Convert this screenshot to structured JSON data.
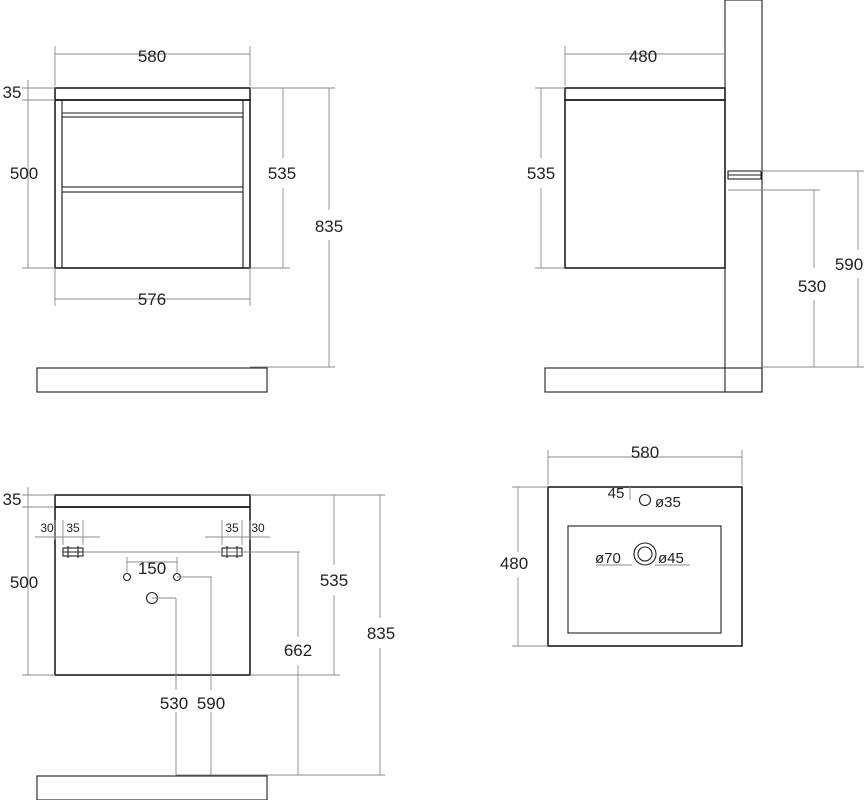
{
  "front_view": {
    "width_top": "580",
    "top_thickness": "35",
    "body_height": "500",
    "height_with_top": "535",
    "total_height": "835",
    "inner_width": "576"
  },
  "side_view": {
    "depth": "480",
    "height": "535",
    "mount_height_low": "530",
    "mount_height_high": "590"
  },
  "rear_view": {
    "top_thickness": "35",
    "body_height": "500",
    "left_offset": "30",
    "left_bracket": "35",
    "right_bracket": "35",
    "right_offset": "30",
    "hole_spacing": "150",
    "height_with_top": "535",
    "bracket_height": "662",
    "total_height": "835",
    "hole_height_low": "530",
    "hole_height_high": "590"
  },
  "top_view": {
    "width": "580",
    "depth": "480",
    "tap_offset": "45",
    "tap_hole": "ø35",
    "drain_outer": "ø70",
    "drain_inner": "ø45"
  },
  "colors": {
    "line": "#231f20",
    "dimension": "#8a8a8a",
    "hatch": "#555555"
  }
}
